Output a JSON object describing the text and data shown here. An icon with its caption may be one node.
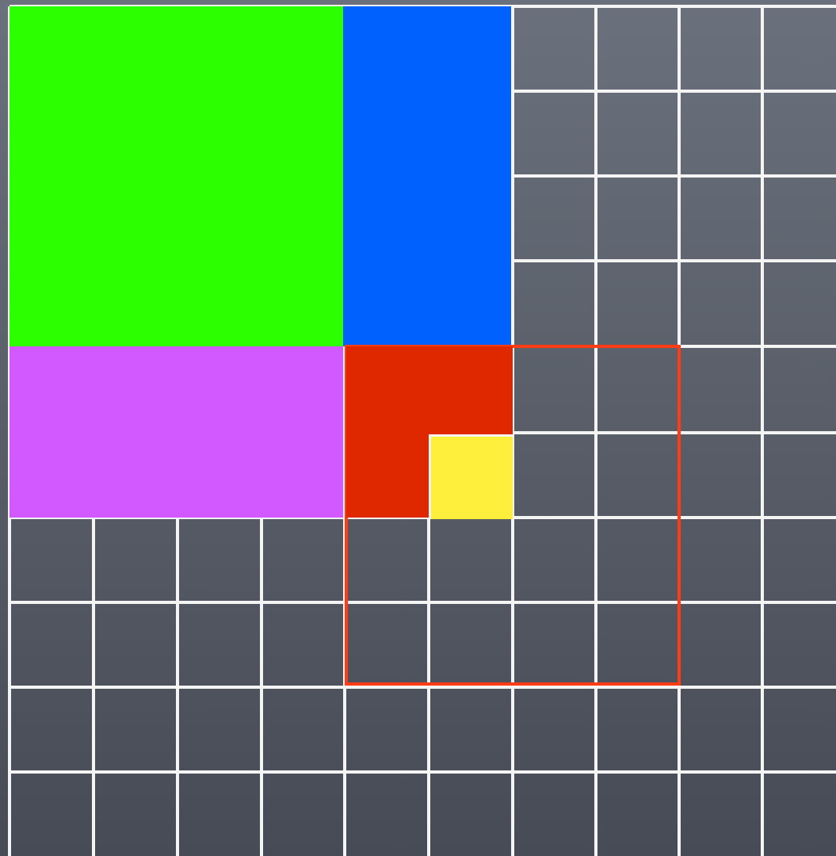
{
  "diagram": {
    "nodes": [
      {
        "text": [],
        "shape": "box"
      },
      {
        "text": [],
        "shape": "box"
      },
      {
        "text": [],
        "shape": "box"
      },
      {
        "text": [],
        "shape": "box"
      },
      {
        "text": [],
        "shape": "box",
        "in": 3
      },
      {
        "text": [],
        "shape": "box",
        "in": 4
      }
    ]
  }
}
